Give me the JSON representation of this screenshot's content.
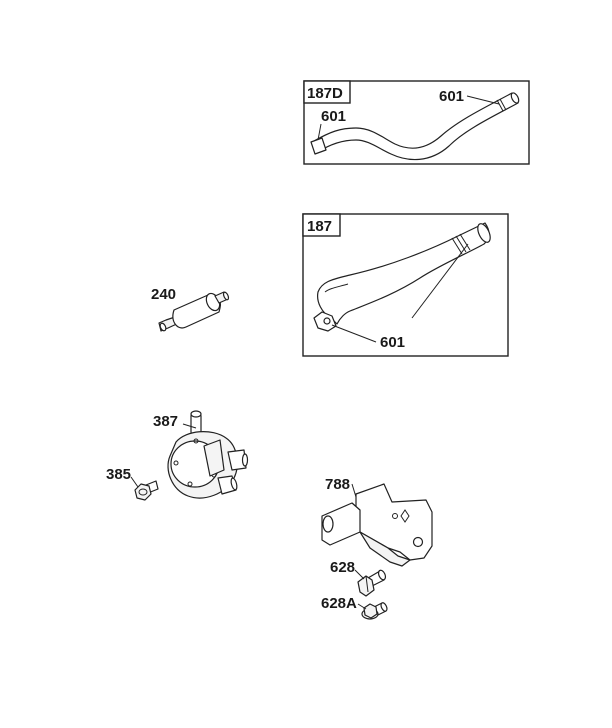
{
  "callouts": {
    "box_187D": "187D",
    "box_187D_601_a": "601",
    "box_187D_601_b": "601",
    "box_187": "187",
    "box_187_601": "601",
    "p240": "240",
    "p387": "387",
    "p385": "385",
    "p788": "788",
    "p628": "628",
    "p628A": "628A"
  }
}
